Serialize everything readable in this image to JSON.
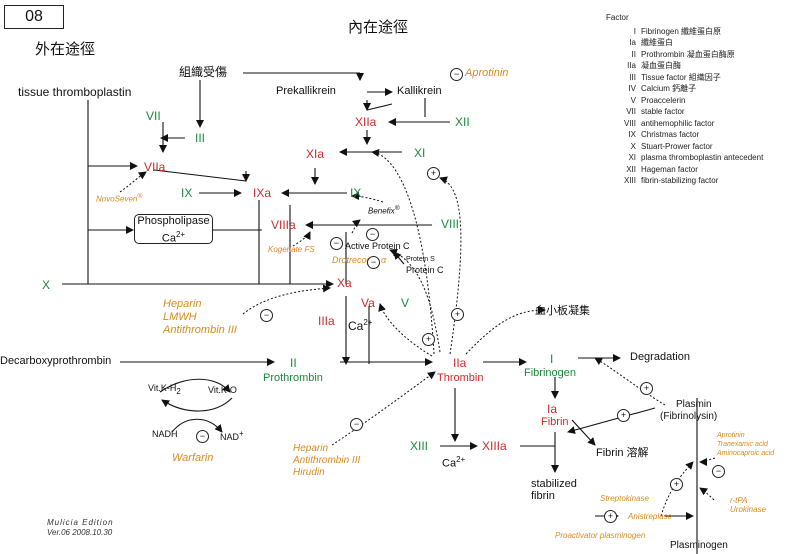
{
  "page_number": "08",
  "titles": {
    "extrinsic": "外在途徑",
    "intrinsic": "內在途徑"
  },
  "nodes": {
    "tissue_thromboplastin": "tissue thromboplastin",
    "tissue_injury": "組織受傷",
    "prekallikrein": "Prekallikrein",
    "kallikrein": "Kallikrein",
    "aprotinin": "Aprotinin",
    "xiia": "XIIa",
    "xii": "XII",
    "xia": "XIa",
    "xi": "XI",
    "vii": "VII",
    "iii": "III",
    "viia": "VIIa",
    "novoseven": "NovoSeven",
    "ix_left": "IX",
    "ixa": "IXa",
    "ix_right": "IX",
    "benefix": "Benefix",
    "phospholipase": "Phospholipase",
    "ca_box": "Ca",
    "viiia": "VIIIa",
    "viii": "VIII",
    "kogenate": "Kogenate FS",
    "active_protein_c": "Active Protein C",
    "drotrecogin": "Drotrecogin α",
    "protein_s": "Protein S",
    "protein_c": "Protein C",
    "x": "X",
    "xa": "Xa",
    "heparin_group1": [
      "Heparin",
      "LMWH",
      "Antithrombin III"
    ],
    "va": "Va",
    "v": "V",
    "iiia": "IIIa",
    "ca1": "Ca",
    "platelet": "血小板凝集",
    "decarboxy": "Decarboxyprothrombin",
    "ii": "II",
    "prothrombin": "Prothrombin",
    "iia": "IIa",
    "thrombin": "Thrombin",
    "i": "I",
    "fibrinogen": "Fibrinogen",
    "degradation": "Degradation",
    "vitk_h2": "Vit.K-H",
    "vitk_o": "Vit.K-O",
    "nadh": "NADH",
    "nad": "NAD",
    "warfarin": "Warfarin",
    "ia": "Ia",
    "fibrin": "Fibrin",
    "fibrin_dissolve": "Fibrin 溶解",
    "plasmin": "Plasmin",
    "fibrinolysin": "(Fibrinolysin)",
    "heparin_group2": [
      "Heparin",
      "Antithrombin III",
      "Hirudin"
    ],
    "xiii": "XIII",
    "xiiia": "XIIIa",
    "ca2": "Ca",
    "stabilized_fibrin": [
      "stabilized",
      "fibrin"
    ],
    "aprotinin_group": [
      "Aprotinin",
      "Tranexamic acid",
      "Aminocaproic acid"
    ],
    "tpa_group": [
      "r-tPA",
      "Urokinase"
    ],
    "streptokinase": "Streptokinase",
    "anistreplase": "Anistreplase",
    "proactivator": "Proactivator plasminogen",
    "plasminogen": "Plasminogen"
  },
  "superscripts": {
    "two_plus": "2+",
    "plus": "+",
    "two": "2",
    "reg": "®"
  },
  "signs": {
    "plus": "+",
    "minus": "−"
  },
  "footer": [
    "Mulicia  Edition",
    "Ver.06  2008.10.30"
  ],
  "legend": {
    "title": "Factor",
    "items": [
      {
        "k": "I",
        "v": "Fibrinogen 纖維蛋白原"
      },
      {
        "k": "Ia",
        "v": "纖維蛋白"
      },
      {
        "k": "II",
        "v": "Prothrombin 凝血蛋白酶原"
      },
      {
        "k": "IIa",
        "v": "凝血蛋白酶"
      },
      {
        "k": "III",
        "v": "Tissue factor 組織因子"
      },
      {
        "k": "IV",
        "v": "Calcium 鈣離子"
      },
      {
        "k": "V",
        "v": "Proaccelerin"
      },
      {
        "k": "VII",
        "v": "stable factor"
      },
      {
        "k": "VIII",
        "v": "antihemophilic factor"
      },
      {
        "k": "IX",
        "v": "Christmas factor"
      },
      {
        "k": "X",
        "v": "Stuart-Prower factor"
      },
      {
        "k": "XI",
        "v": "plasma thromboplastin antecedent"
      },
      {
        "k": "XII",
        "v": "Hageman factor"
      },
      {
        "k": "XIII",
        "v": "fibrin-stabilizing factor"
      }
    ]
  },
  "colors": {
    "factor_inactive": "#1a8a3c",
    "factor_active": "#cc2b2b",
    "drug": "#d98b1e",
    "line": "#111111"
  }
}
